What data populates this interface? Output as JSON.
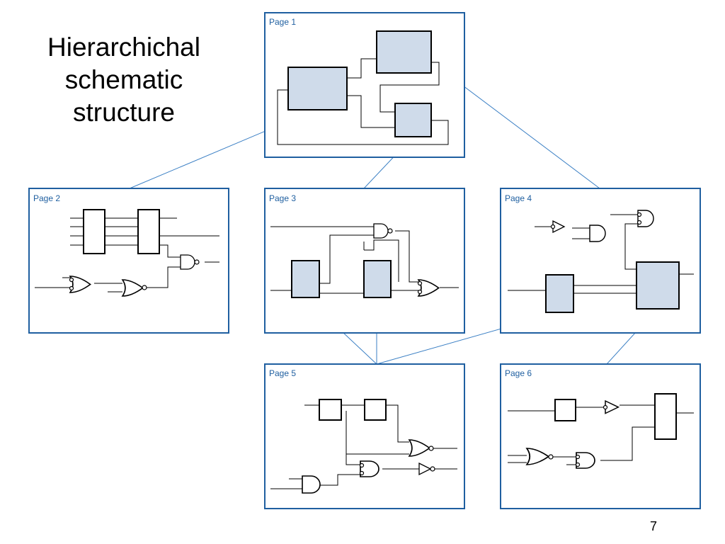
{
  "title": {
    "line1": "Hierarchichal",
    "line2": "schematic",
    "line3": "structure"
  },
  "slide_number": "7",
  "colors": {
    "frame": "#1f5fa0",
    "connector": "#3a7fc4",
    "block_fill": "#cfdbea",
    "plain_block_fill": "#ffffff"
  },
  "pages": [
    {
      "label": "Page 1"
    },
    {
      "label": "Page 2"
    },
    {
      "label": "Page 3"
    },
    {
      "label": "Page 4"
    },
    {
      "label": "Page 5"
    },
    {
      "label": "Page 6"
    }
  ]
}
